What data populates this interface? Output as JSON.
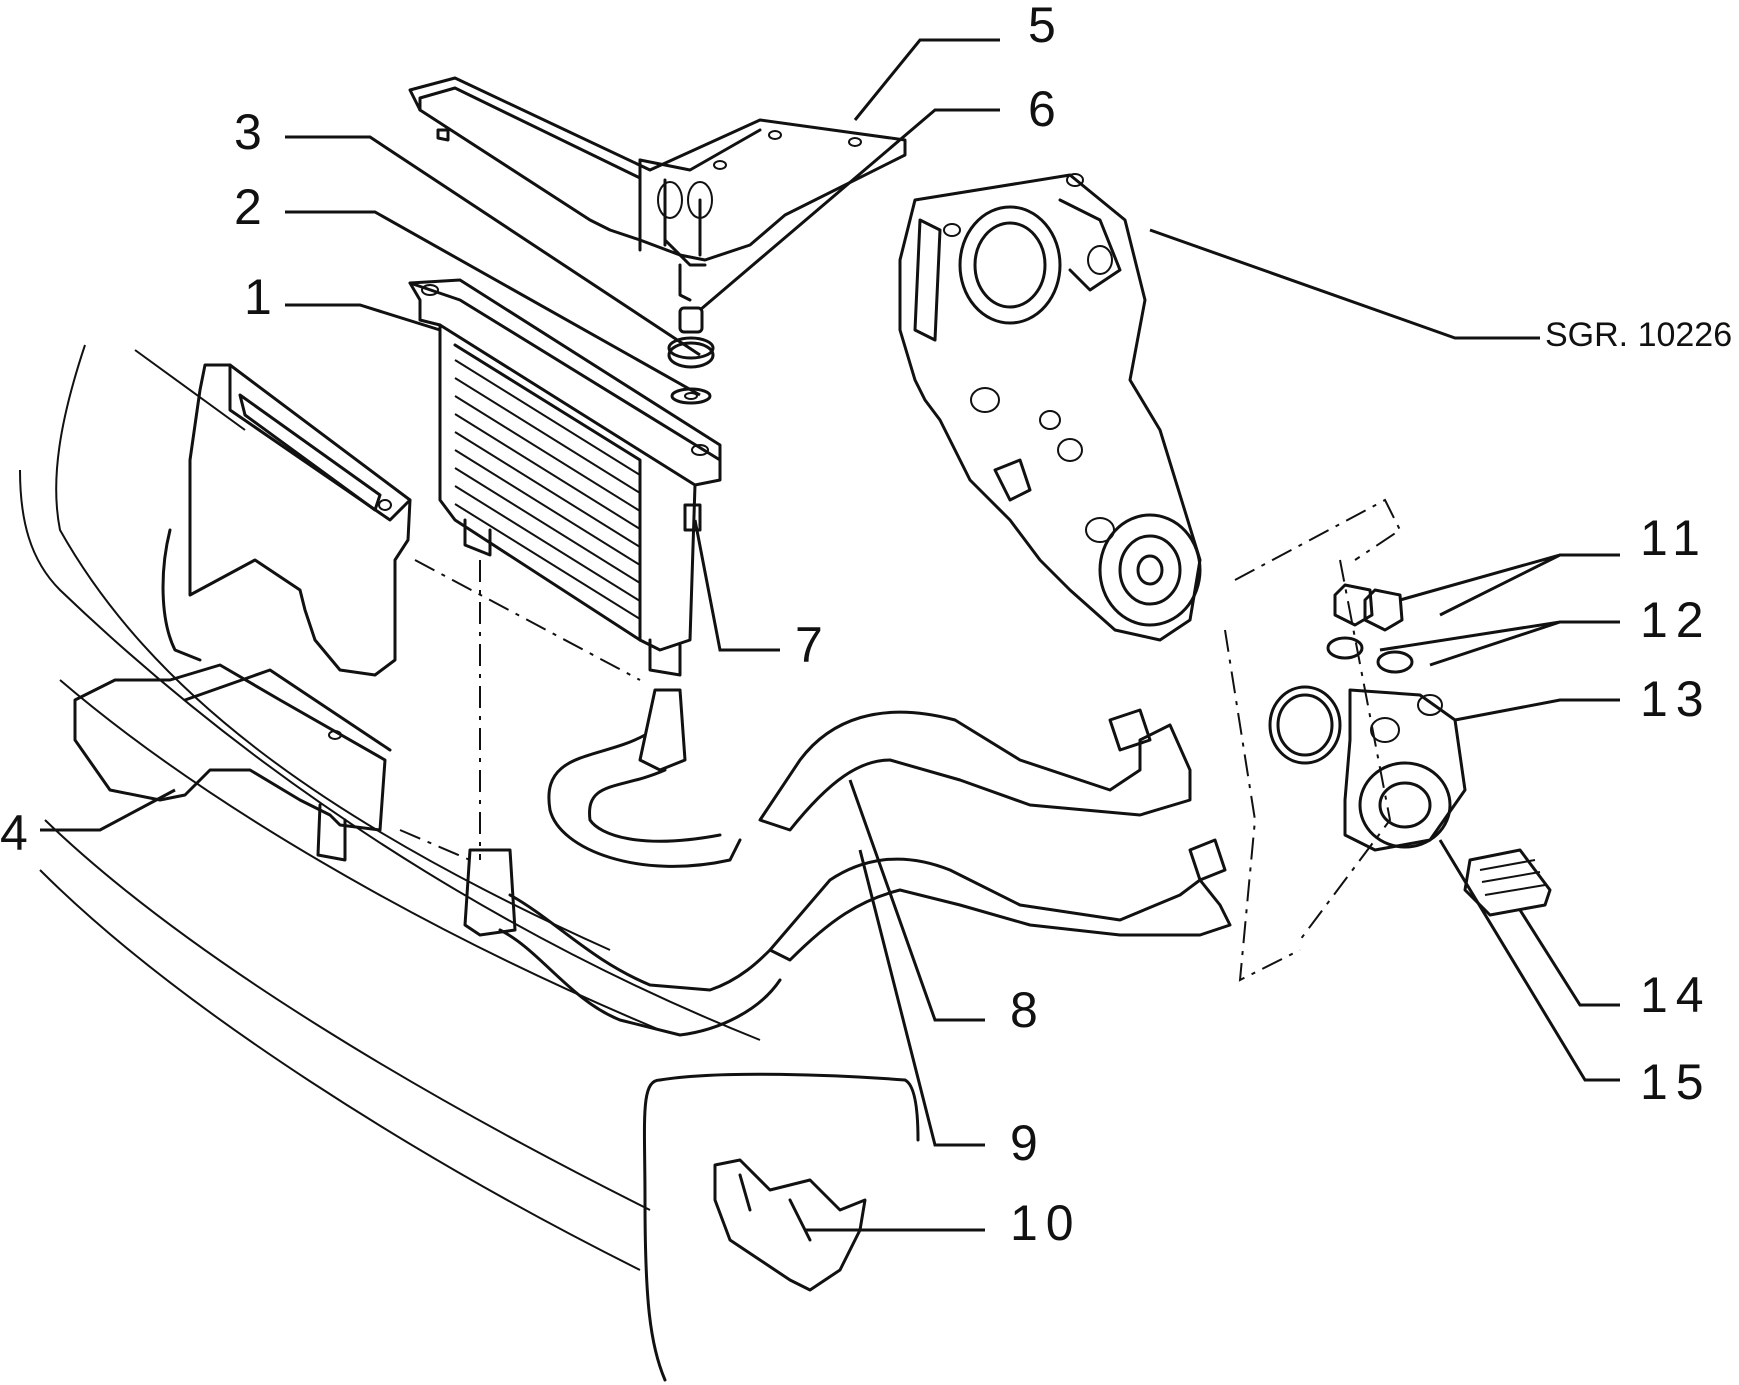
{
  "callouts": [
    "1",
    "2",
    "3",
    "4",
    "5",
    "6",
    "7",
    "8",
    "9",
    "10",
    "11",
    "12",
    "13",
    "14",
    "15"
  ],
  "reference": "SGR. 10226"
}
